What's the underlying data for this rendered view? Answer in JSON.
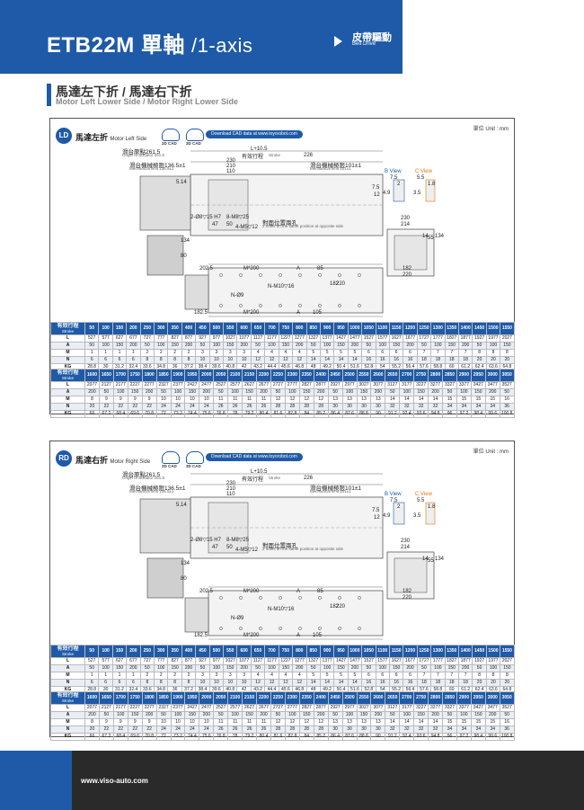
{
  "header": {
    "model": "ETB22M",
    "axis_label": "單軸",
    "axis_en": "/1-axis",
    "drive_label": "皮帶驅動",
    "drive_en": "Belt Drive"
  },
  "section": {
    "title": "馬達左下折 / 馬達右下折",
    "subtitle": "Motor Left Lower Side / Motor Right Lower Side"
  },
  "unit": "單位 Unit : mm",
  "cad": {
    "two_d": "2D CAD",
    "three_d": "3D CAD",
    "download": "Download CAD data at www.toyorobot.com"
  },
  "drawing": {
    "stroke_total": "L+10.5",
    "effective_stroke": "有效行程",
    "effective_stroke_en": "Stroke",
    "slide_origin": "滑台原點261.5",
    "slide_origin_en": "Origin of actuator 261.5",
    "mech_limit_left": "滑台機械極限136.5±1",
    "mech_limit_left_en": "Mechanical limit 136.5±1",
    "mech_limit_right": "滑台機械極限101±1",
    "mech_limit_right_en": "Mechanical limit 101±1",
    "dim_226": "226",
    "dim_230": "230",
    "dim_210": "210",
    "dim_110": "110",
    "dim_514": "5.14",
    "dowel": "2-Ø8▽15 H7",
    "m8": "8-M8▽25",
    "dim_47": "47",
    "dim_50": "50",
    "m5": "4-M5▽12",
    "opposite": "對面位置兩孔",
    "opposite_en": "2 holes on the same position at opposite side",
    "dim_134": "134",
    "dim_80": "80",
    "dim_2025": "202.5",
    "m200_top": "M*200",
    "a_top": "A",
    "dim_85": "85",
    "m10": "N-M10▽16",
    "n9": "N-Ø9",
    "dim_182v": "182",
    "dim_220v": "220",
    "dim_1825": "182.5",
    "m200_bot": "M*200",
    "a_bot": "A",
    "dim_105": "105",
    "b_view": "B View",
    "c_view": "C View",
    "b_75": "7.5",
    "b_2": "2",
    "b_49": "4.9",
    "c_55": "5.5",
    "c_18": "1.8",
    "c_35": "3.5",
    "side_75": "7.5",
    "side_12": "12",
    "end_230": "230",
    "end_214": "214",
    "end_14": "14",
    "end_134": "134",
    "end_182": "182",
    "end_220": "220",
    "end_55": "55"
  },
  "panels": [
    {
      "badge": "LD",
      "title": "馬達左折",
      "title_en": "Motor Left Side"
    },
    {
      "badge": "RD",
      "title": "馬達右折",
      "title_en": "Motor Right Side"
    }
  ],
  "tables": {
    "stroke_label": "有效行程",
    "stroke_label_en": "Stroke",
    "row_labels": [
      "L",
      "A",
      "M",
      "N",
      "KG"
    ],
    "part1": {
      "strokes": [
        "50",
        "100",
        "150",
        "200",
        "250",
        "300",
        "350",
        "400",
        "450",
        "500",
        "550",
        "600",
        "650",
        "700",
        "750",
        "800",
        "850",
        "900",
        "950",
        "1000",
        "1050",
        "1100",
        "1150",
        "1200",
        "1250",
        "1300",
        "1350",
        "1400",
        "1450",
        "1500",
        "1550"
      ],
      "L": [
        "527",
        "577",
        "627",
        "677",
        "727",
        "777",
        "827",
        "877",
        "927",
        "977",
        "1027",
        "1077",
        "1127",
        "1177",
        "1227",
        "1277",
        "1327",
        "1377",
        "1427",
        "1477",
        "1527",
        "1577",
        "1627",
        "1677",
        "1727",
        "1777",
        "1827",
        "1877",
        "1927",
        "1977",
        "2027"
      ],
      "A": [
        "50",
        "100",
        "150",
        "200",
        "50",
        "100",
        "150",
        "200",
        "50",
        "100",
        "150",
        "200",
        "50",
        "100",
        "150",
        "200",
        "50",
        "100",
        "150",
        "200",
        "50",
        "100",
        "150",
        "200",
        "50",
        "100",
        "150",
        "200",
        "50",
        "100",
        "150"
      ],
      "M": [
        "1",
        "1",
        "1",
        "1",
        "2",
        "2",
        "2",
        "2",
        "3",
        "3",
        "3",
        "3",
        "4",
        "4",
        "4",
        "4",
        "5",
        "5",
        "5",
        "5",
        "6",
        "6",
        "6",
        "6",
        "7",
        "7",
        "7",
        "7",
        "8",
        "8",
        "8"
      ],
      "N": [
        "6",
        "6",
        "6",
        "6",
        "8",
        "8",
        "8",
        "8",
        "10",
        "10",
        "10",
        "10",
        "12",
        "12",
        "12",
        "12",
        "14",
        "14",
        "14",
        "14",
        "16",
        "16",
        "16",
        "16",
        "18",
        "18",
        "18",
        "18",
        "20",
        "20",
        "20"
      ],
      "KG": [
        "28.8",
        "30",
        "31.2",
        "32.4",
        "33.6",
        "34.8",
        "36",
        "37.2",
        "38.4",
        "39.6",
        "40.8",
        "42",
        "43.2",
        "44.4",
        "45.6",
        "46.8",
        "48",
        "49.2",
        "50.4",
        "51.6",
        "52.8",
        "54",
        "55.2",
        "56.4",
        "57.6",
        "58.8",
        "60",
        "61.2",
        "62.4",
        "63.6",
        "64.8"
      ]
    },
    "part2": {
      "strokes": [
        "1600",
        "1650",
        "1700",
        "1750",
        "1800",
        "1850",
        "1900",
        "1950",
        "2000",
        "2050",
        "2100",
        "2150",
        "2200",
        "2250",
        "2300",
        "2350",
        "2400",
        "2450",
        "2500",
        "2550",
        "2600",
        "2650",
        "2700",
        "2750",
        "2800",
        "2850",
        "2900",
        "2950",
        "3000",
        "3050"
      ],
      "L": [
        "2077",
        "2127",
        "2177",
        "2227",
        "2277",
        "2327",
        "2377",
        "2427",
        "2477",
        "2527",
        "2577",
        "2627",
        "2677",
        "2727",
        "2777",
        "2827",
        "2877",
        "2927",
        "2977",
        "3027",
        "3077",
        "3127",
        "3177",
        "3227",
        "3277",
        "3327",
        "3377",
        "3427",
        "3477",
        "3527"
      ],
      "A": [
        "200",
        "50",
        "100",
        "150",
        "200",
        "50",
        "100",
        "150",
        "200",
        "50",
        "100",
        "150",
        "200",
        "50",
        "100",
        "150",
        "200",
        "50",
        "100",
        "150",
        "200",
        "50",
        "100",
        "150",
        "200",
        "50",
        "100",
        "150",
        "200",
        "50"
      ],
      "M": [
        "8",
        "9",
        "9",
        "9",
        "9",
        "10",
        "10",
        "10",
        "10",
        "11",
        "11",
        "11",
        "11",
        "12",
        "12",
        "12",
        "12",
        "13",
        "13",
        "13",
        "13",
        "14",
        "14",
        "14",
        "14",
        "15",
        "15",
        "15",
        "15",
        "16"
      ],
      "N": [
        "20",
        "22",
        "22",
        "22",
        "22",
        "24",
        "24",
        "24",
        "24",
        "26",
        "26",
        "26",
        "26",
        "28",
        "28",
        "28",
        "28",
        "30",
        "30",
        "30",
        "30",
        "32",
        "32",
        "32",
        "32",
        "34",
        "34",
        "34",
        "34",
        "36"
      ],
      "KG": [
        "66",
        "67.2",
        "68.4",
        "69.6",
        "70.8",
        "72",
        "73.2",
        "74.4",
        "75.6",
        "76.8",
        "78",
        "79.2",
        "80.4",
        "81.6",
        "82.8",
        "84",
        "85.2",
        "86.4",
        "87.6",
        "88.8",
        "90",
        "91.2",
        "92.4",
        "93.6",
        "94.8",
        "96",
        "97.2",
        "98.4",
        "99.6",
        "100.8"
      ]
    }
  },
  "footer": {
    "url": "www.viso-auto.com"
  }
}
